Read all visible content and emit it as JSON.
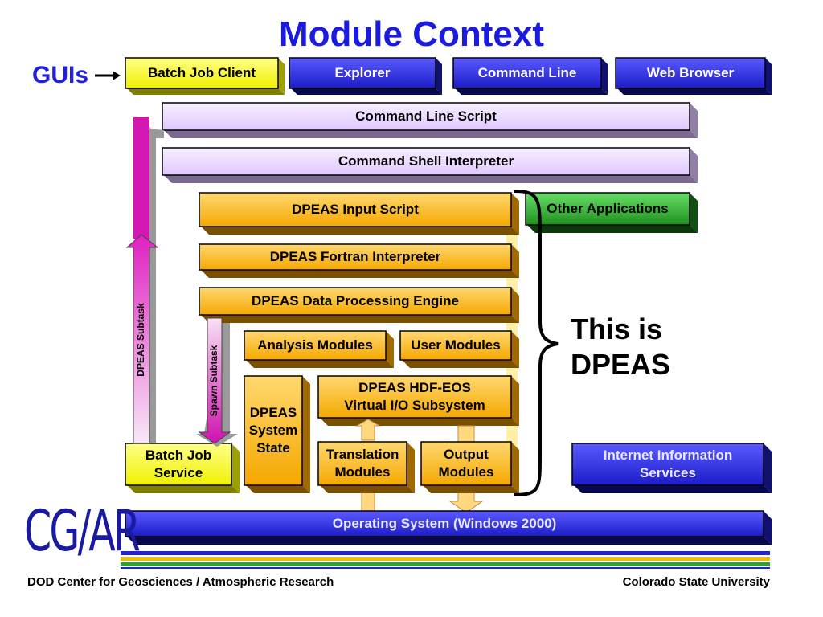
{
  "title": "Module Context",
  "guis_label": "GUIs",
  "gui_boxes": [
    "Batch Job Client",
    "Explorer",
    "Command Line",
    "Web Browser"
  ],
  "command_line_script": "Command Line Script",
  "command_shell_interpreter": "Command Shell Interpreter",
  "dpeas_input_script": "DPEAS Input Script",
  "other_applications": "Other Applications",
  "dpeas_fortran_interpreter": "DPEAS Fortran Interpreter",
  "dpeas_data_processing_engine": "DPEAS Data Processing Engine",
  "analysis_modules": "Analysis Modules",
  "user_modules": "User Modules",
  "dpeas_system_state": [
    "DPEAS",
    "System",
    "State"
  ],
  "hdf_eos": [
    "DPEAS HDF-EOS",
    "Virtual I/O Subsystem"
  ],
  "translation_modules": [
    "Translation",
    "Modules"
  ],
  "output_modules": [
    "Output",
    "Modules"
  ],
  "batch_job_service": [
    "Batch Job",
    "Service"
  ],
  "internet_information_services": [
    "Internet Information",
    "Services"
  ],
  "operating_system": "Operating System (Windows 2000)",
  "dpeas_subtask": "DPEAS Subtask",
  "spawn_subtask": "Spawn Subtask",
  "brace_text": [
    "This is",
    "DPEAS"
  ],
  "logo_text": "CG/AR",
  "footer_left": "DOD Center for Geosciences / Atmospheric Research",
  "footer_right": "Colorado State University",
  "colors": {
    "title_blue": "#1a1ae0",
    "yellow": "#ffff44",
    "blue": "#3232e6",
    "lavender": "#eedcff",
    "orange": "#ffc43a",
    "green": "#3cb43c",
    "magenta": "#d418b4",
    "stripe_blue": "#2222d0",
    "stripe_gold": "#e8c010",
    "stripe_green": "#30a030"
  }
}
